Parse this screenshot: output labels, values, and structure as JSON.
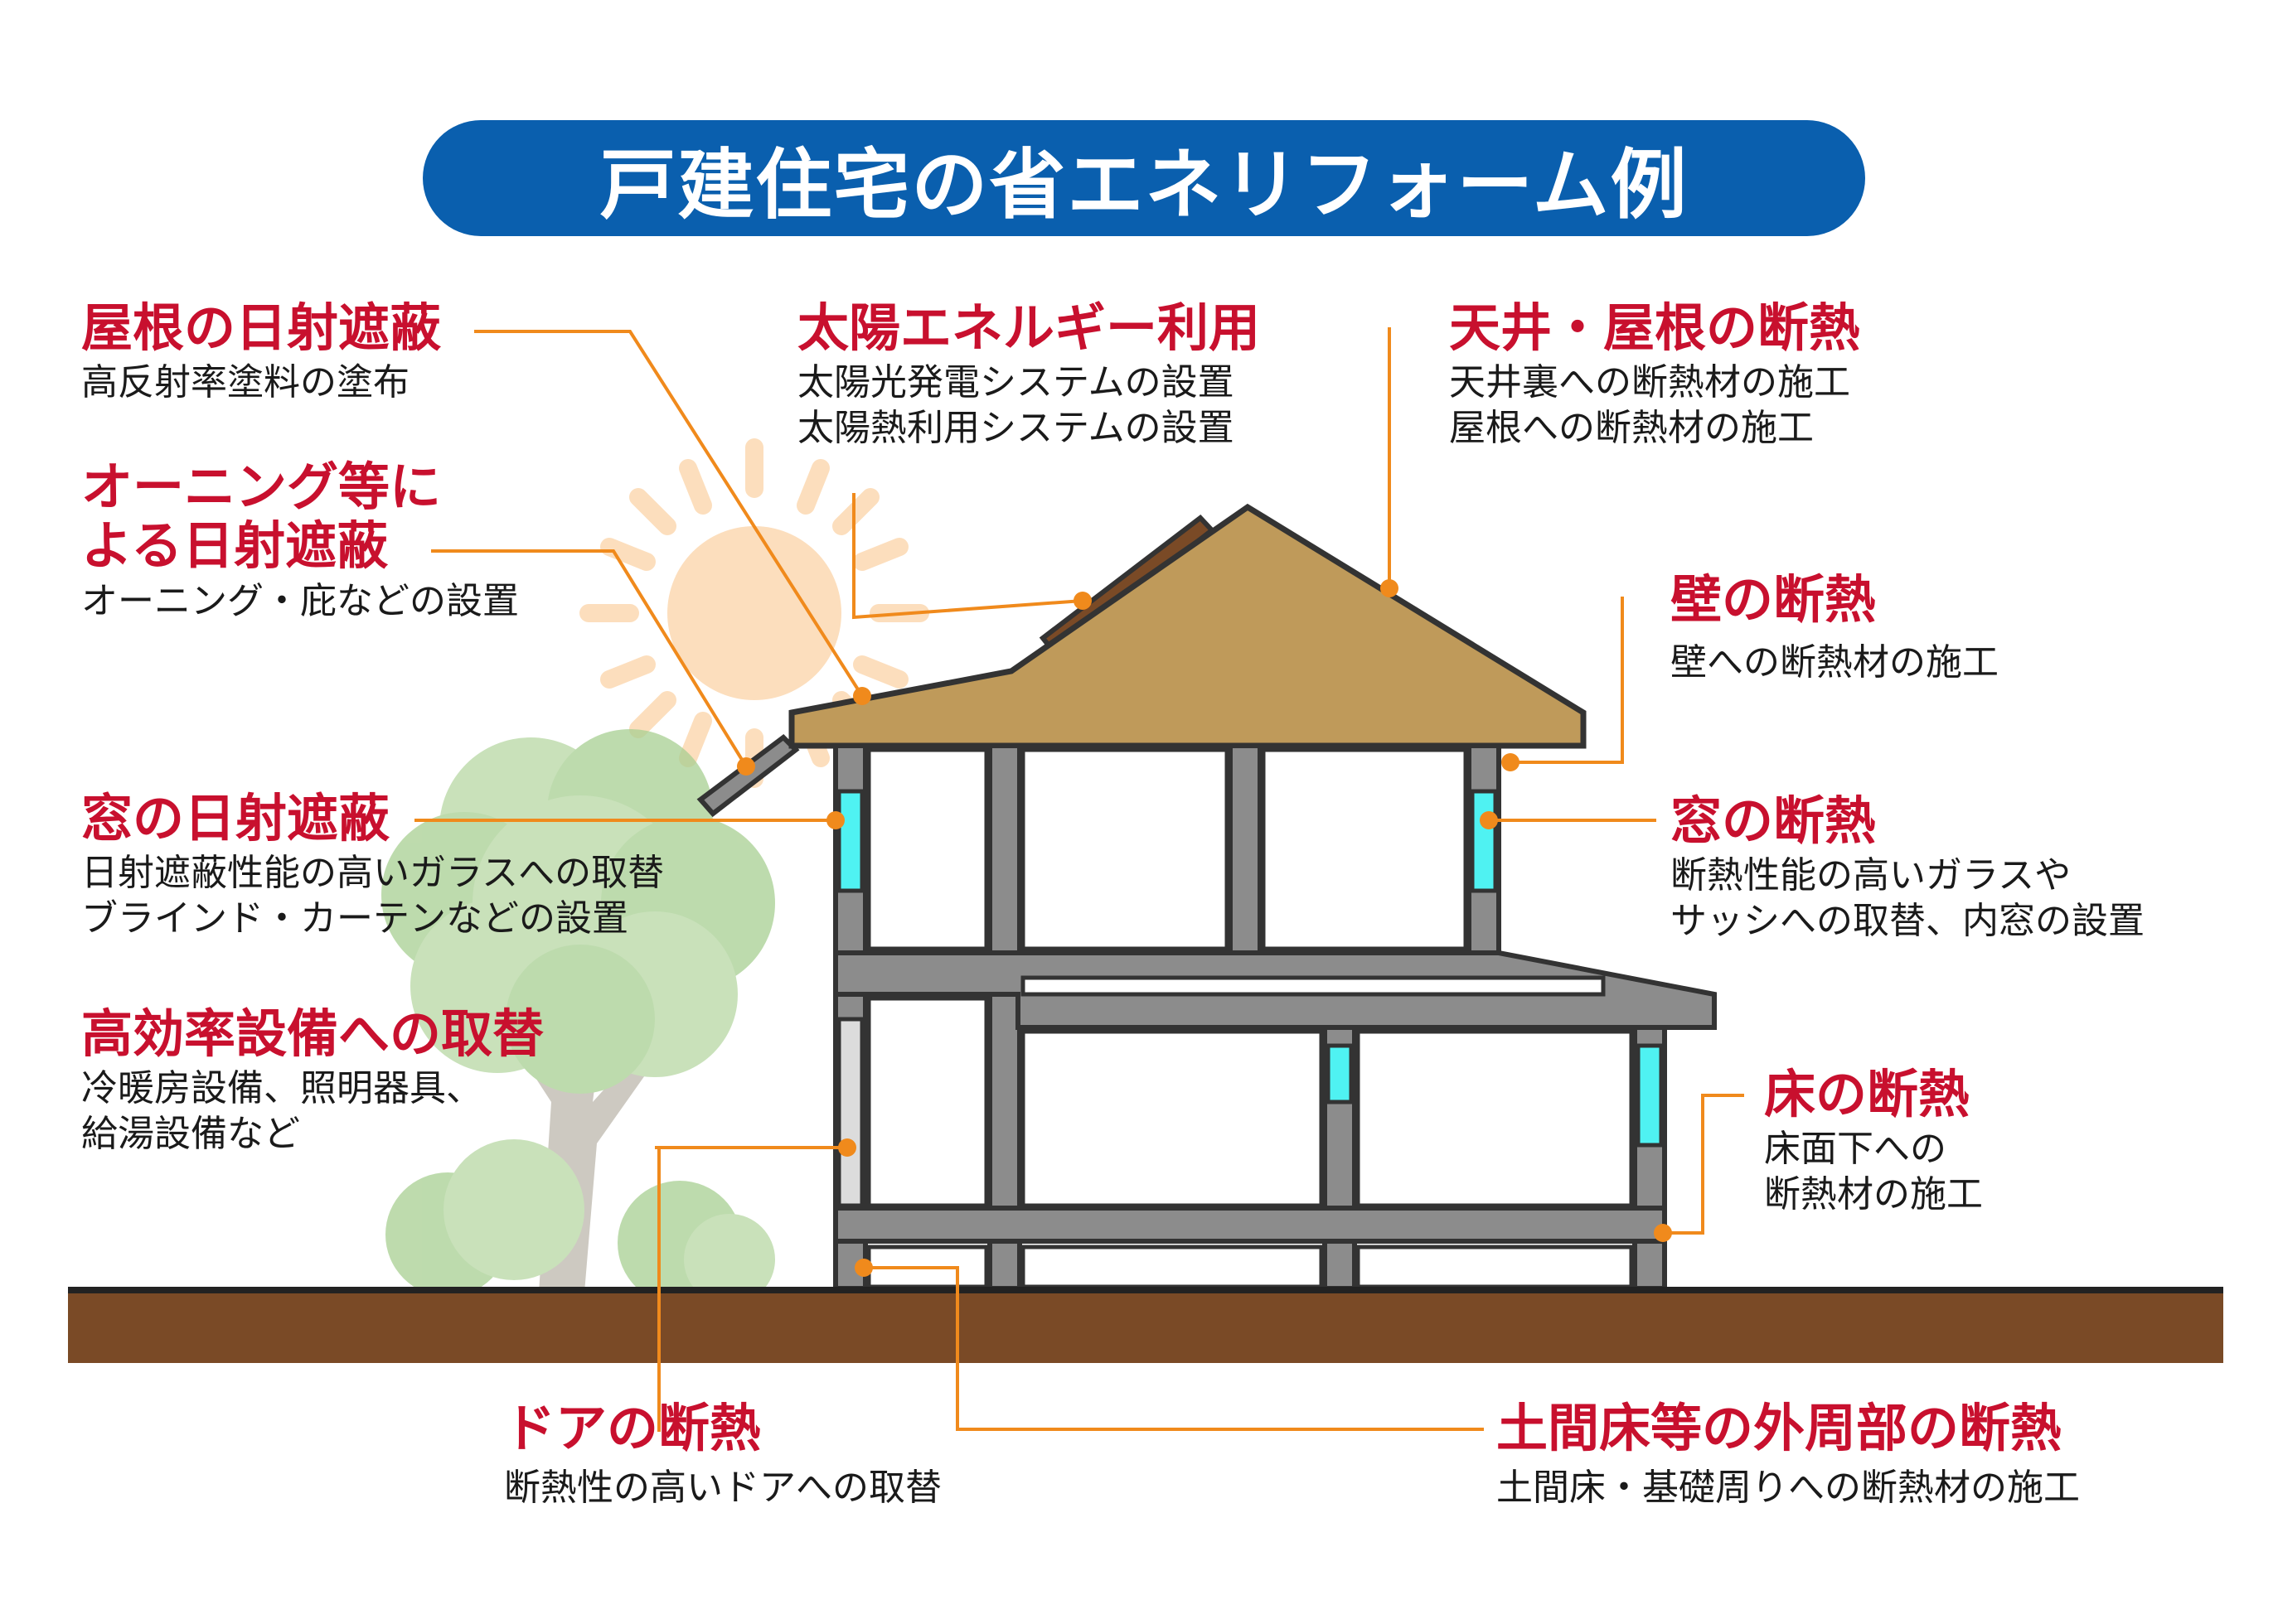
{
  "title": "戸建住宅の省エネリフォーム例",
  "colors": {
    "banner": "#0a5fae",
    "heading": "#c8102e",
    "leader_line": "#f08a1c",
    "roof": "#bf9a5a",
    "wall_frame": "#8c8c8c",
    "window_glass": "#4ff2f2",
    "ground": "#7a4a26",
    "sun": "#fcd9b2",
    "tree": "#a8cf92"
  },
  "callouts": {
    "roof_shading": {
      "head": "屋根の日射遮蔽",
      "lines": [
        "高反射率塗料の塗布"
      ]
    },
    "awning_shading": {
      "head1": "オーニング等に",
      "head2": "よる日射遮蔽",
      "lines": [
        "オーニング・庇などの設置"
      ]
    },
    "window_shading": {
      "head": "窓の日射遮蔽",
      "lines": [
        "日射遮蔽性能の高いガラスへの取替",
        "ブラインド・カーテンなどの設置"
      ]
    },
    "equipment": {
      "head": "高効率設備への取替",
      "lines": [
        "冷暖房設備、照明器具、",
        "給湯設備など"
      ]
    },
    "solar": {
      "head": "太陽エネルギー利用",
      "lines": [
        "太陽光発電システムの設置",
        "太陽熱利用システムの設置"
      ]
    },
    "ceiling_roof": {
      "head": "天井・屋根の断熱",
      "lines": [
        "天井裏への断熱材の施工",
        "屋根への断熱材の施工"
      ]
    },
    "wall": {
      "head": "壁の断熱",
      "lines": [
        "壁への断熱材の施工"
      ]
    },
    "window": {
      "head": "窓の断熱",
      "lines": [
        "断熱性能の高いガラスや",
        "サッシへの取替、内窓の設置"
      ]
    },
    "floor": {
      "head": "床の断熱",
      "lines": [
        "床面下への",
        "断熱材の施工"
      ]
    },
    "door": {
      "head": "ドアの断熱",
      "lines": [
        "断熱性の高いドアへの取替"
      ]
    },
    "earth_floor": {
      "head": "土間床等の外周部の断熱",
      "lines": [
        "土間床・基礎周りへの断熱材の施工"
      ]
    }
  }
}
